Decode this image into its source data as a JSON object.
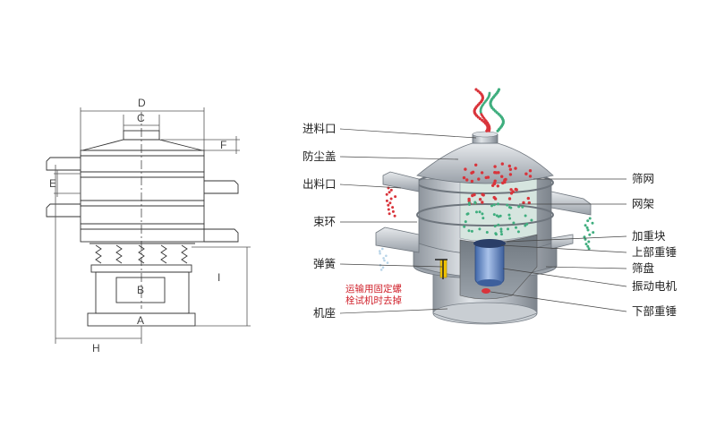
{
  "drawing": {
    "dim_labels": {
      "D": "D",
      "C": "C",
      "F": "F",
      "E": "E",
      "B": "B",
      "A": "A",
      "I": "I",
      "H": "H"
    }
  },
  "cutaway": {
    "left_labels": {
      "inlet": "进料口",
      "dust_cover": "防尘盖",
      "outlet": "出料口",
      "clamp_ring": "束环",
      "spring": "弹簧",
      "base": "机座"
    },
    "right_labels": {
      "screen_mesh": "筛网",
      "mesh_frame": "网架",
      "weight_block": "加重块",
      "upper_weight": "上部重锤",
      "screen_plate": "筛盘",
      "motor": "振动电机",
      "lower_weight": "下部重锤"
    },
    "note_line1": "运输用固定螺",
    "note_line2": "栓试机时去掉"
  },
  "colors": {
    "particle_red": "#d9343b",
    "particle_green": "#3fae7e",
    "steel": "#b7bdc4",
    "motor_blue": "#5d84c6",
    "spring_yellow": "#f2c400",
    "warning_red": "#d0202a"
  }
}
